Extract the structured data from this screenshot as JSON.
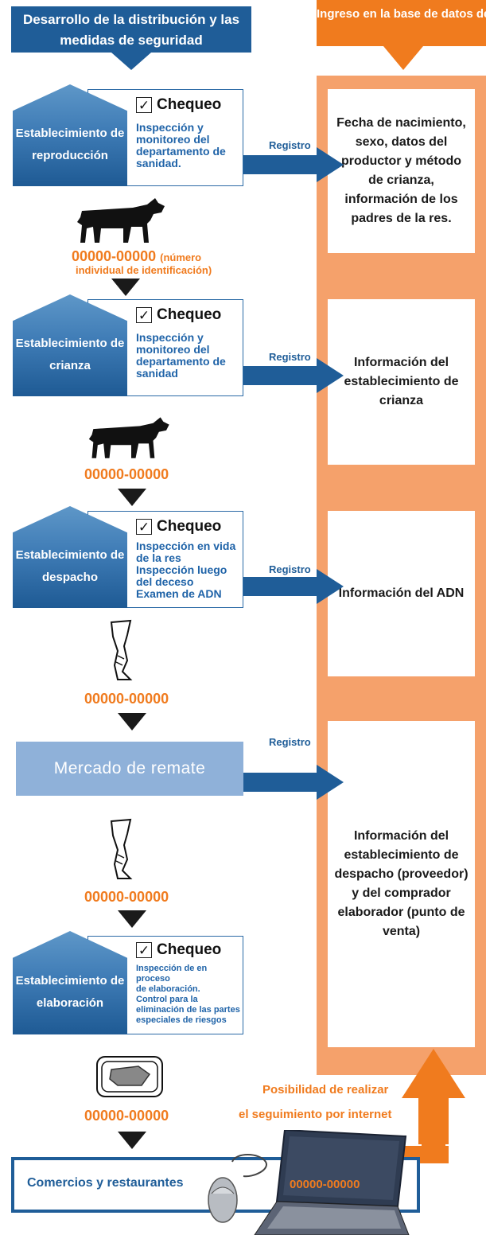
{
  "header": {
    "left_title": "Desarrollo de la distribución y las medidas de seguridad",
    "right_title": "Ingreso en la base de datos de los establecimientos"
  },
  "check_label": "Chequeo",
  "register_label": "Registro",
  "stages": [
    {
      "name": "Establecimiento de reproducción",
      "checks": "Inspección y\nmonitoreo del\ndepartamento de\nsanidad."
    },
    {
      "name": "Establecimiento de crianza",
      "checks": "Inspección y\nmonitoreo del\ndepartamento de\nsanidad"
    },
    {
      "name": "Establecimiento de despacho",
      "checks": "Inspección en vida\nde la res\nInspección luego\ndel deceso\nExamen de ADN"
    },
    {
      "name": "Mercado de remate"
    },
    {
      "name": "Establecimiento de elaboración",
      "checks": "Inspección de en proceso\nde elaboración.\nControl para la\neliminación de las partes\nespeciales de riesgos"
    }
  ],
  "id_numbers": {
    "first_number": "00000-00000",
    "first_note": "(número",
    "first_note2": "individual de identificación)",
    "n2": "00000-00000",
    "n3": "00000-00000",
    "n4": "00000-00000",
    "n5": "00000-00000",
    "laptop": "00000-00000"
  },
  "database_info": [
    "Fecha de nacimiento, sexo, datos del productor y método de crianza, información de los padres de la res.",
    "Información del establecimiento de crianza",
    "Información del ADN",
    "Información del establecimiento de despacho (proveedor) y del comprador elaborador (punto de venta)"
  ],
  "retail": "Comercios y restaurantes",
  "internet_line1": "Posibilidad de realizar",
  "internet_line2": "el seguimiento por internet",
  "colors": {
    "blue": "#1f5d98",
    "orange": "#f07b1e",
    "light_orange": "#f5a16b",
    "market": "#8fb1d9"
  }
}
